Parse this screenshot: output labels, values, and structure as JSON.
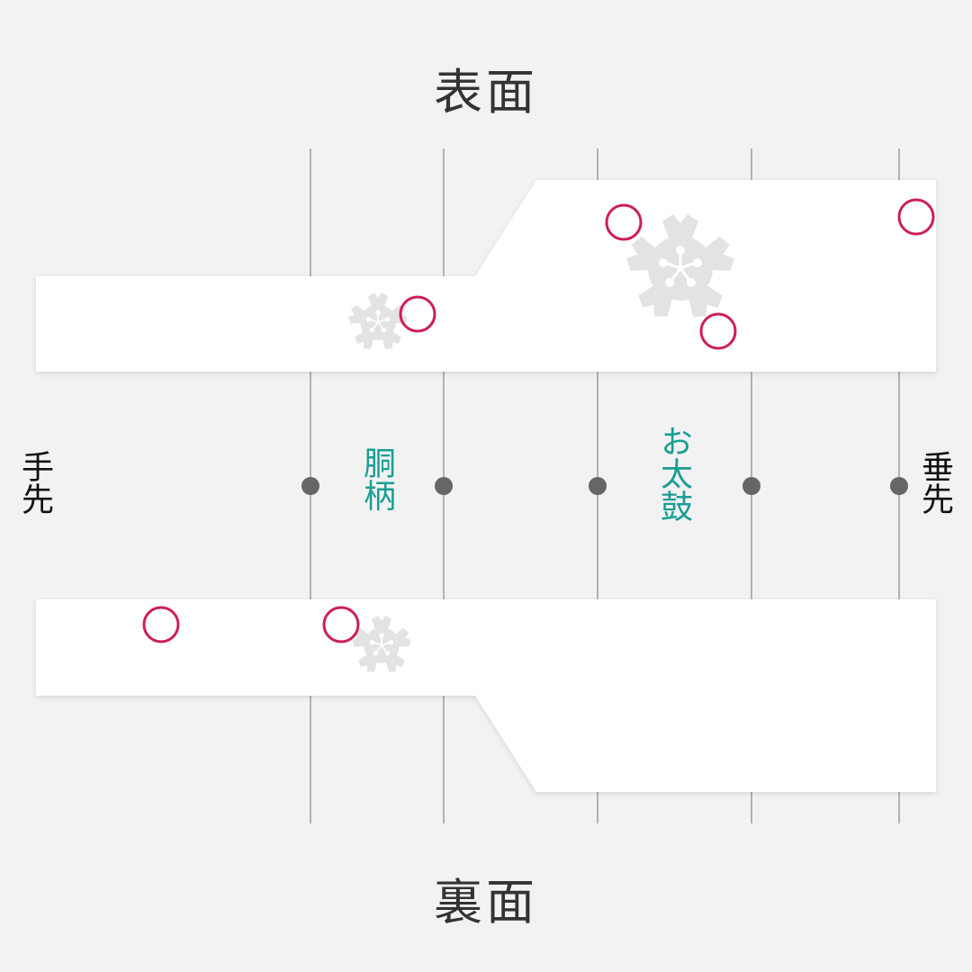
{
  "diagram": {
    "front_title": "表面",
    "back_title": "裏面",
    "left_end_label": "手先",
    "right_end_label": "垂先",
    "section_dougara_label": "胴柄",
    "section_otaiko_label": "お太鼓",
    "colors": {
      "background": "#f2f2f2",
      "strip": "#ffffff",
      "guide_line": "#888888",
      "dot": "#666666",
      "marker": "#cc1f5a",
      "sakura": "#e3e3e3",
      "section_label": "#1a9e94",
      "end_label": "#111111",
      "title": "#333333"
    },
    "icons": {
      "sakura": "sakura-flower-icon",
      "marker": "pattern-position-circle-icon"
    }
  }
}
